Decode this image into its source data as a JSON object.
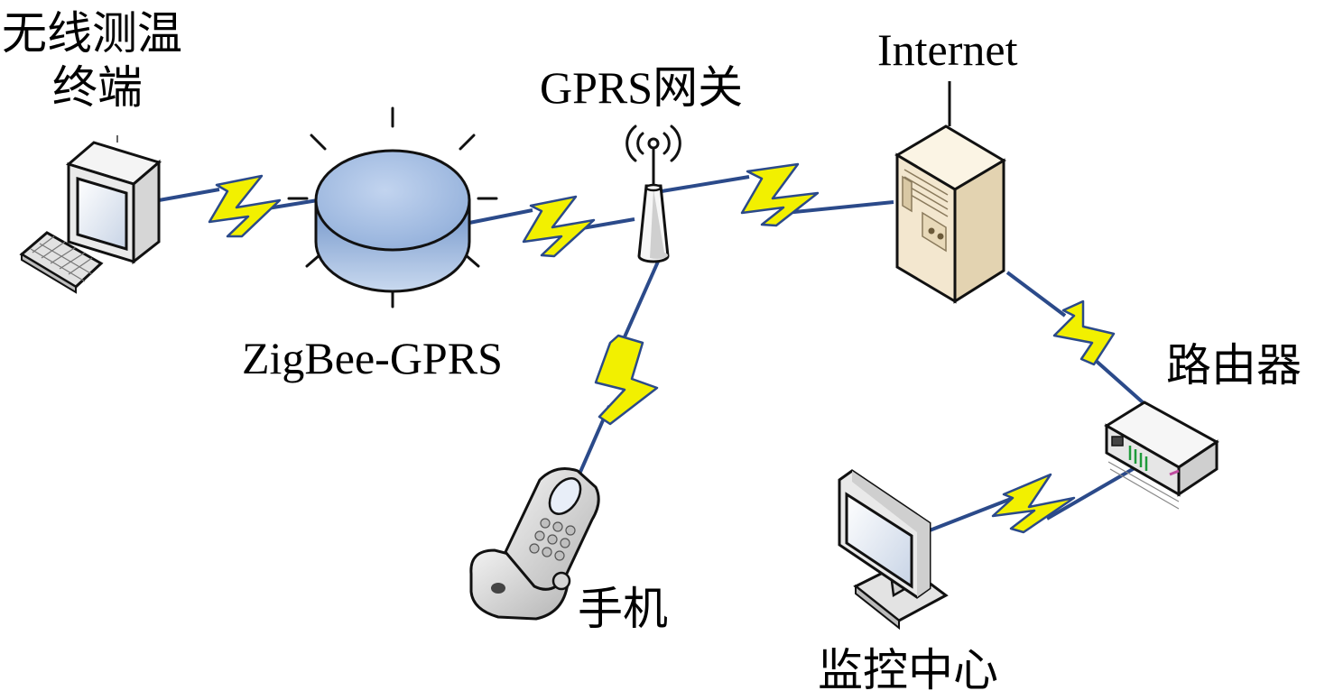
{
  "labels": {
    "terminal_line1": "无线测温",
    "terminal_line2": "终端",
    "coordinator": "ZigBee-GPRS",
    "gateway": "GPRS网关",
    "internet": "Internet",
    "phone": "手机",
    "router": "路由器",
    "monitor": "监控中心"
  },
  "colors": {
    "link_line": "#2b4a8a",
    "bolt_fill": "#f2f000",
    "bolt_stroke": "#2b4a8a",
    "cylinder_top": "#a9c2e6",
    "cylinder_side": "#7fa3d6",
    "server_body": "#f3e7cf",
    "server_side": "#dac9a6"
  },
  "icons": {
    "terminal": "desktop-computer-icon",
    "coordinator": "zigbee-coordinator-icon",
    "gateway": "antenna-gateway-icon",
    "internet": "server-tower-icon",
    "phone": "mobile-phone-icon",
    "router": "router-icon",
    "monitor": "lcd-monitor-icon"
  }
}
